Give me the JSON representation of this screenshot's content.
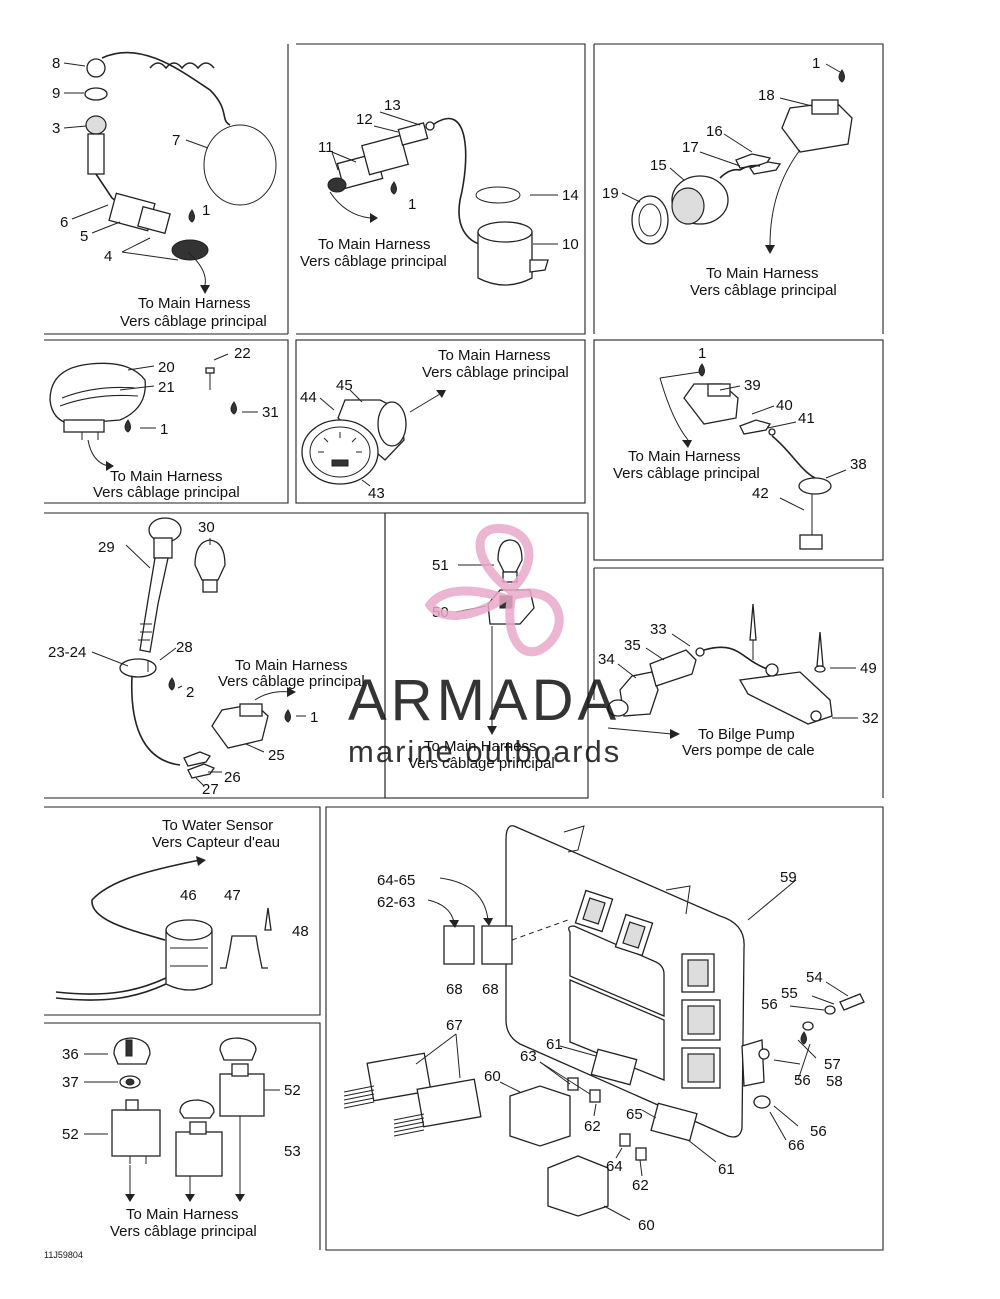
{
  "harness_en": "To Main Harness",
  "harness_fr": "Vers câblage principal",
  "bilge_en": "To Bilge Pump",
  "bilge_fr": "Vers pompe de cale",
  "water_en": "To Water Sensor",
  "water_fr": "Vers Capteur d'eau",
  "watermark": {
    "brand": "ARMADA",
    "tagline": "marine outboards",
    "color": "#e9a9c9"
  },
  "figure_code": "11J59804",
  "callouts": {
    "p1": [
      "8",
      "9",
      "3",
      "7",
      "6",
      "5",
      "1",
      "4"
    ],
    "p2": [
      "13",
      "12",
      "11",
      "1",
      "14",
      "10"
    ],
    "p3": [
      "1",
      "18",
      "16",
      "17",
      "15",
      "19"
    ],
    "p4": [
      "20",
      "21",
      "22",
      "31",
      "1"
    ],
    "p5": [
      "45",
      "44",
      "43"
    ],
    "p6": [
      "1",
      "39",
      "40",
      "41",
      "38",
      "42"
    ],
    "p7": [
      "30",
      "29",
      "28",
      "23-24",
      "2",
      "1",
      "25",
      "26",
      "27"
    ],
    "p8": [
      "51",
      "50"
    ],
    "p9": [
      "33",
      "35",
      "34",
      "49",
      "32"
    ],
    "p10": [
      "46",
      "47",
      "48"
    ],
    "p11": [
      "36",
      "37",
      "52",
      "52",
      "53"
    ],
    "p12": [
      "59",
      "64-65",
      "62-63",
      "68",
      "68",
      "54",
      "55",
      "56",
      "57",
      "56",
      "58",
      "67",
      "61",
      "63",
      "60",
      "62",
      "65",
      "64",
      "62",
      "61",
      "56",
      "66",
      "60"
    ]
  }
}
